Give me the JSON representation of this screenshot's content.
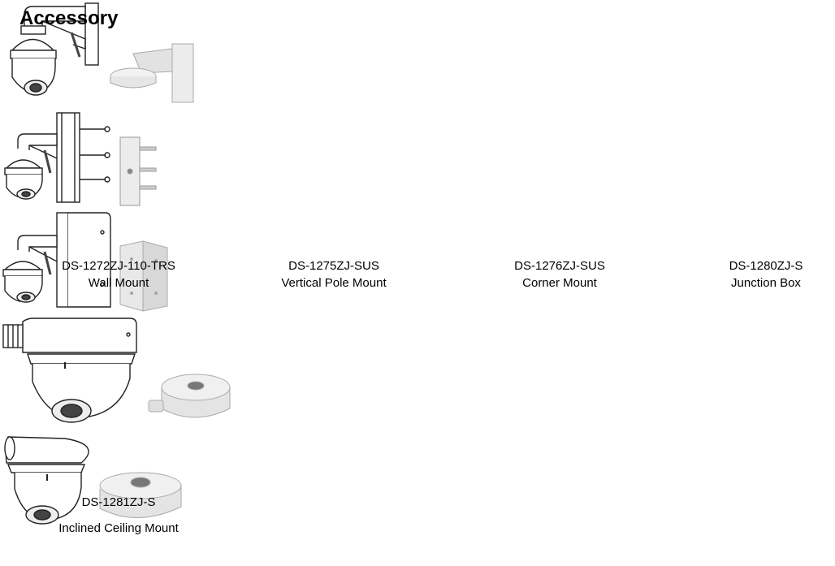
{
  "page": {
    "title": "Accessory"
  },
  "accessories": [
    {
      "model": "DS-1272ZJ-110-TRS",
      "name": "Wall Mount"
    },
    {
      "model": "DS-1275ZJ-SUS",
      "name": "Vertical Pole Mount"
    },
    {
      "model": "DS-1276ZJ-SUS",
      "name": "Corner Mount"
    },
    {
      "model": "DS-1280ZJ-S",
      "name": "Junction Box"
    },
    {
      "model": "DS-1281ZJ-S",
      "name": "Inclined Ceiling Mount"
    }
  ]
}
